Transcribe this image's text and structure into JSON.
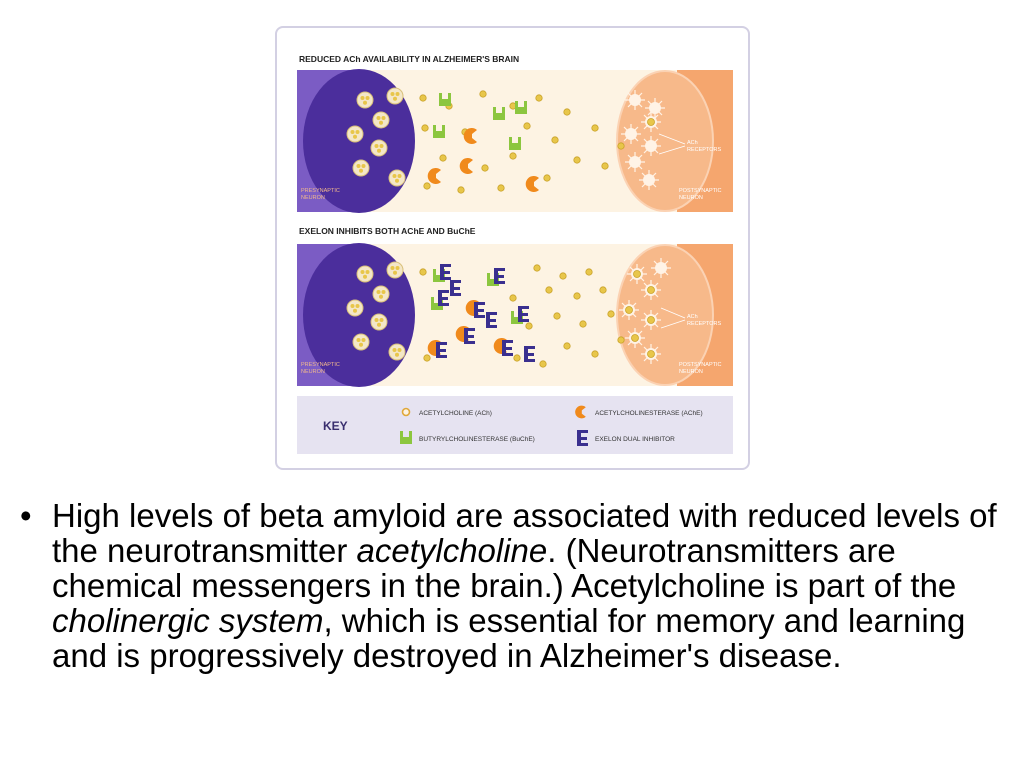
{
  "figure": {
    "panel1_title": "REDUCED ACh AVAILABILITY IN ALZHEIMER'S BRAIN",
    "panel2_title": "EXELON INHIBITS BOTH AChE AND BuChE",
    "presynaptic_line1": "PRESYNAPTIC",
    "presynaptic_line2": "NEURON",
    "postsynaptic_line1": "POSTSYNAPTIC",
    "postsynaptic_line2": "NEURON",
    "receptors_line1": "ACh",
    "receptors_line2": "RECEPTORS",
    "key_title": "KEY",
    "key_ach": "ACETYLCHOLINE (ACh)",
    "key_ache": "ACETYLCHOLINESTERASE (AChE)",
    "key_buche": "BUTYRYLCHOLINESTERASE (BuChE)",
    "key_exelon": "EXELON DUAL INHIBITOR",
    "colors": {
      "presynaptic": "#4b2e9c",
      "synapse_bg": "#fdf3e3",
      "postsynaptic": "#f5a66e",
      "ach": "#e8c64a",
      "ache": "#f08a1c",
      "buche": "#8cc63f",
      "exelon": "#3a2f8f",
      "key_bg": "#e6e3f1"
    }
  },
  "caption": {
    "bullet": "•",
    "t1": "High levels of beta amyloid are associated with reduced levels of the neurotransmitter ",
    "em1": "acetylcholine",
    "t2": ". (Neurotransmitters are chemical messengers in the brain.) Acetylcholine is part of the ",
    "em2": "cholinergic system",
    "t3": ", which is essential for memory and learning and is progressively destroyed in Alzheimer's disease."
  }
}
